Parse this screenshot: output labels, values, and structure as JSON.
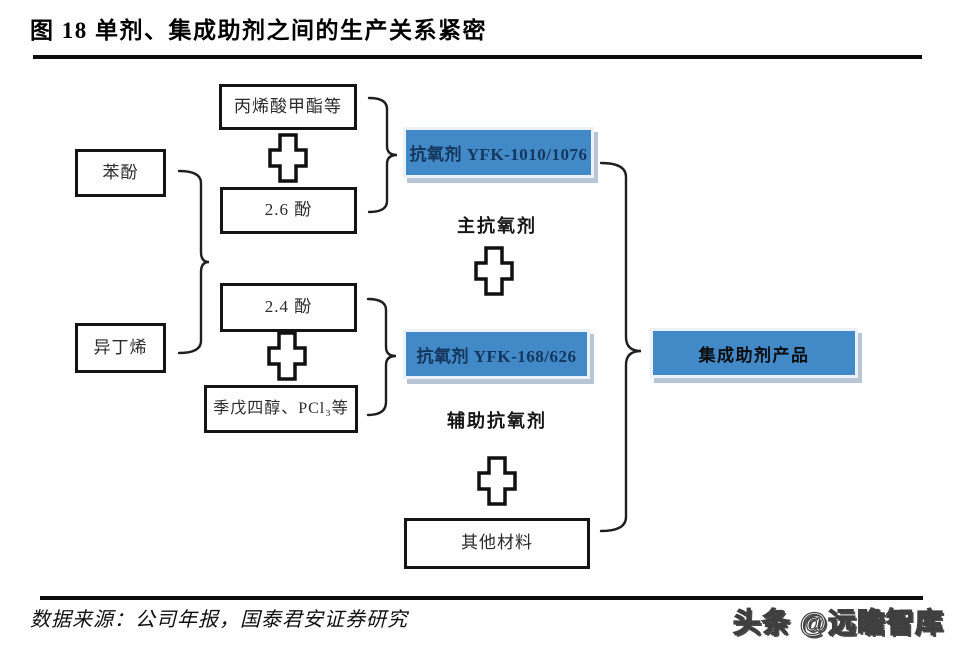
{
  "figure": {
    "title": "图 18 单剂、集成助剂之间的生产关系紧密",
    "source": "数据来源：公司年报，国泰君安证券研究",
    "watermark": "头条 @远瞻智库"
  },
  "diagram": {
    "raw_materials": {
      "phenol": "苯酚",
      "isobutylene": "异丁烯"
    },
    "intermediates": {
      "methyl_acrylate": "丙烯酸甲酯等",
      "phenol_26": "2.6 酚",
      "phenol_24": "2.4 酚",
      "pentaerythritol_pcl3": "季戊四醇、PCl₃等",
      "other_materials": "其他材料"
    },
    "products": {
      "antioxidant_main": "抗氧剂 YFK-1010/1076",
      "antioxidant_aux": "抗氧剂 YFK-168/626",
      "integrated": "集成助剂产品"
    },
    "labels": {
      "main_antioxidant": "主抗氧剂",
      "aux_antioxidant": "辅助抗氧剂"
    },
    "icons": {
      "plus": "plus-cross",
      "brace": "curly-brace-right"
    },
    "colors": {
      "highlight_fill": "#4189c7",
      "highlight_text": "#14365c",
      "box_border": "#141414",
      "shadow": "#7d96b2"
    }
  }
}
